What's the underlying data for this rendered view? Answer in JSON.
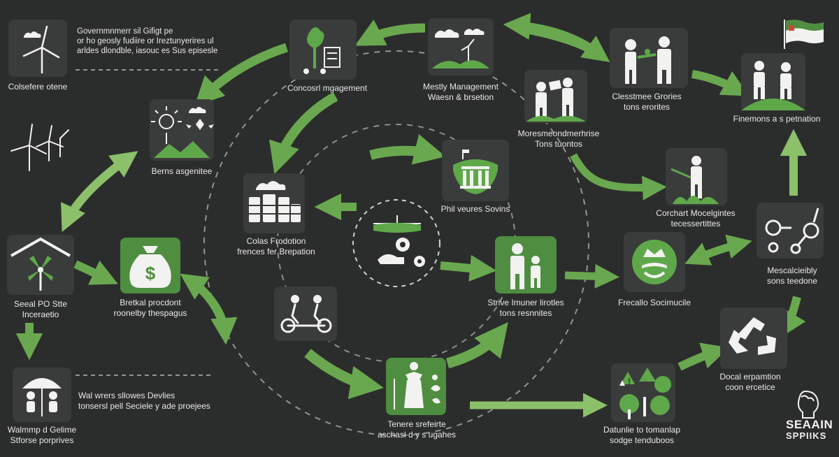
{
  "colors": {
    "background": "#2b2d2c",
    "tile": "#3a3c3b",
    "accent": "#4f8d41",
    "arrow": "#6aa84f",
    "arrow_light": "#8cc06a",
    "text": "#e9e9e6"
  },
  "nodes": [
    {
      "id": "wind-top",
      "icon": "wind-turbine-icon",
      "lines": [
        "Colsefere otene"
      ]
    },
    {
      "id": "gov-text",
      "icon": "",
      "lines": [
        "Governmnmerr sil Gifigt pe",
        "or ho geosly fudiire or Ireztunyerires ul",
        "arldes dlondble, iasouc es Sus episesle"
      ]
    },
    {
      "id": "wind-left",
      "icon": "wind-farm-icon",
      "lines": []
    },
    {
      "id": "concorsl",
      "icon": "tree-plant-icon",
      "lines": [
        "Concosrl mgagement"
      ]
    },
    {
      "id": "mestly",
      "icon": "landscape-icon",
      "lines": [
        "Mestly Management",
        "Waesn & brsetion"
      ]
    },
    {
      "id": "classmee",
      "icon": "people-trade-icon",
      "lines": [
        "Clesstmee Grories",
        "tons erorites"
      ]
    },
    {
      "id": "flag",
      "icon": "flag-people-icon",
      "lines": [
        "Finemons a s petnation"
      ]
    },
    {
      "id": "berns",
      "icon": "sun-fan-mountain-icon",
      "lines": [
        "Berns asgenitee"
      ]
    },
    {
      "id": "moresmen",
      "icon": "workers-icon",
      "lines": [
        "Moresmeondmerhrise",
        "Tons tuontos"
      ]
    },
    {
      "id": "colas",
      "icon": "factory-icon",
      "lines": [
        "Colas Frodotion",
        "frences fer Brepation"
      ]
    },
    {
      "id": "phil",
      "icon": "government-building-icon",
      "lines": [
        "Phil veures Sovins"
      ]
    },
    {
      "id": "hub",
      "icon": "gears-field-icon",
      "lines": []
    },
    {
      "id": "corchart",
      "icon": "farmer-icon",
      "lines": [
        "Corchart Mocelgintes",
        "tecessertittes"
      ]
    },
    {
      "id": "seeal",
      "icon": "house-windmill-icon",
      "lines": [
        "Seeal PO Stte",
        "Inceraetio"
      ]
    },
    {
      "id": "bretkal",
      "icon": "money-bag-icon",
      "lines": [
        "Bretkal procdont",
        "roonelby thespagus"
      ]
    },
    {
      "id": "strive",
      "icon": "family-icon",
      "lines": [
        "Strive Imuner lirotles",
        "tons resnnites"
      ]
    },
    {
      "id": "frecallo",
      "icon": "crown-emblem-icon",
      "lines": [
        "Frecallo Socimucile"
      ]
    },
    {
      "id": "mescale",
      "icon": "balance-icon",
      "lines": [
        "Mescalcieibly",
        "sons teedone"
      ]
    },
    {
      "id": "cyclists",
      "icon": "cyclists-icon",
      "lines": []
    },
    {
      "id": "docal",
      "icon": "recycle-icon",
      "lines": [
        "Docal erpamtion",
        "coon ercetice"
      ]
    },
    {
      "id": "walmp",
      "icon": "umbrella-people-icon",
      "lines": [
        "Walmmp d Gelime",
        "Stforse porprives"
      ]
    },
    {
      "id": "wal-text",
      "icon": "",
      "lines": [
        "Wal wrers sllowes Devlies",
        "tonsersl pell Seciele y ade proejees"
      ]
    },
    {
      "id": "tenera",
      "icon": "farmer-tools-icon",
      "lines": [
        "Tenere srefeirte",
        "aschasl d y s ugahes"
      ]
    },
    {
      "id": "datunlie",
      "icon": "forest-warning-icon",
      "lines": [
        "Datunlie to tomanlap",
        "sodge tenduboos"
      ]
    }
  ],
  "brand": {
    "name_line1": "SEAAIN",
    "name_line2": "SPPIIKS",
    "icon": "lightbulb-brain-icon"
  }
}
